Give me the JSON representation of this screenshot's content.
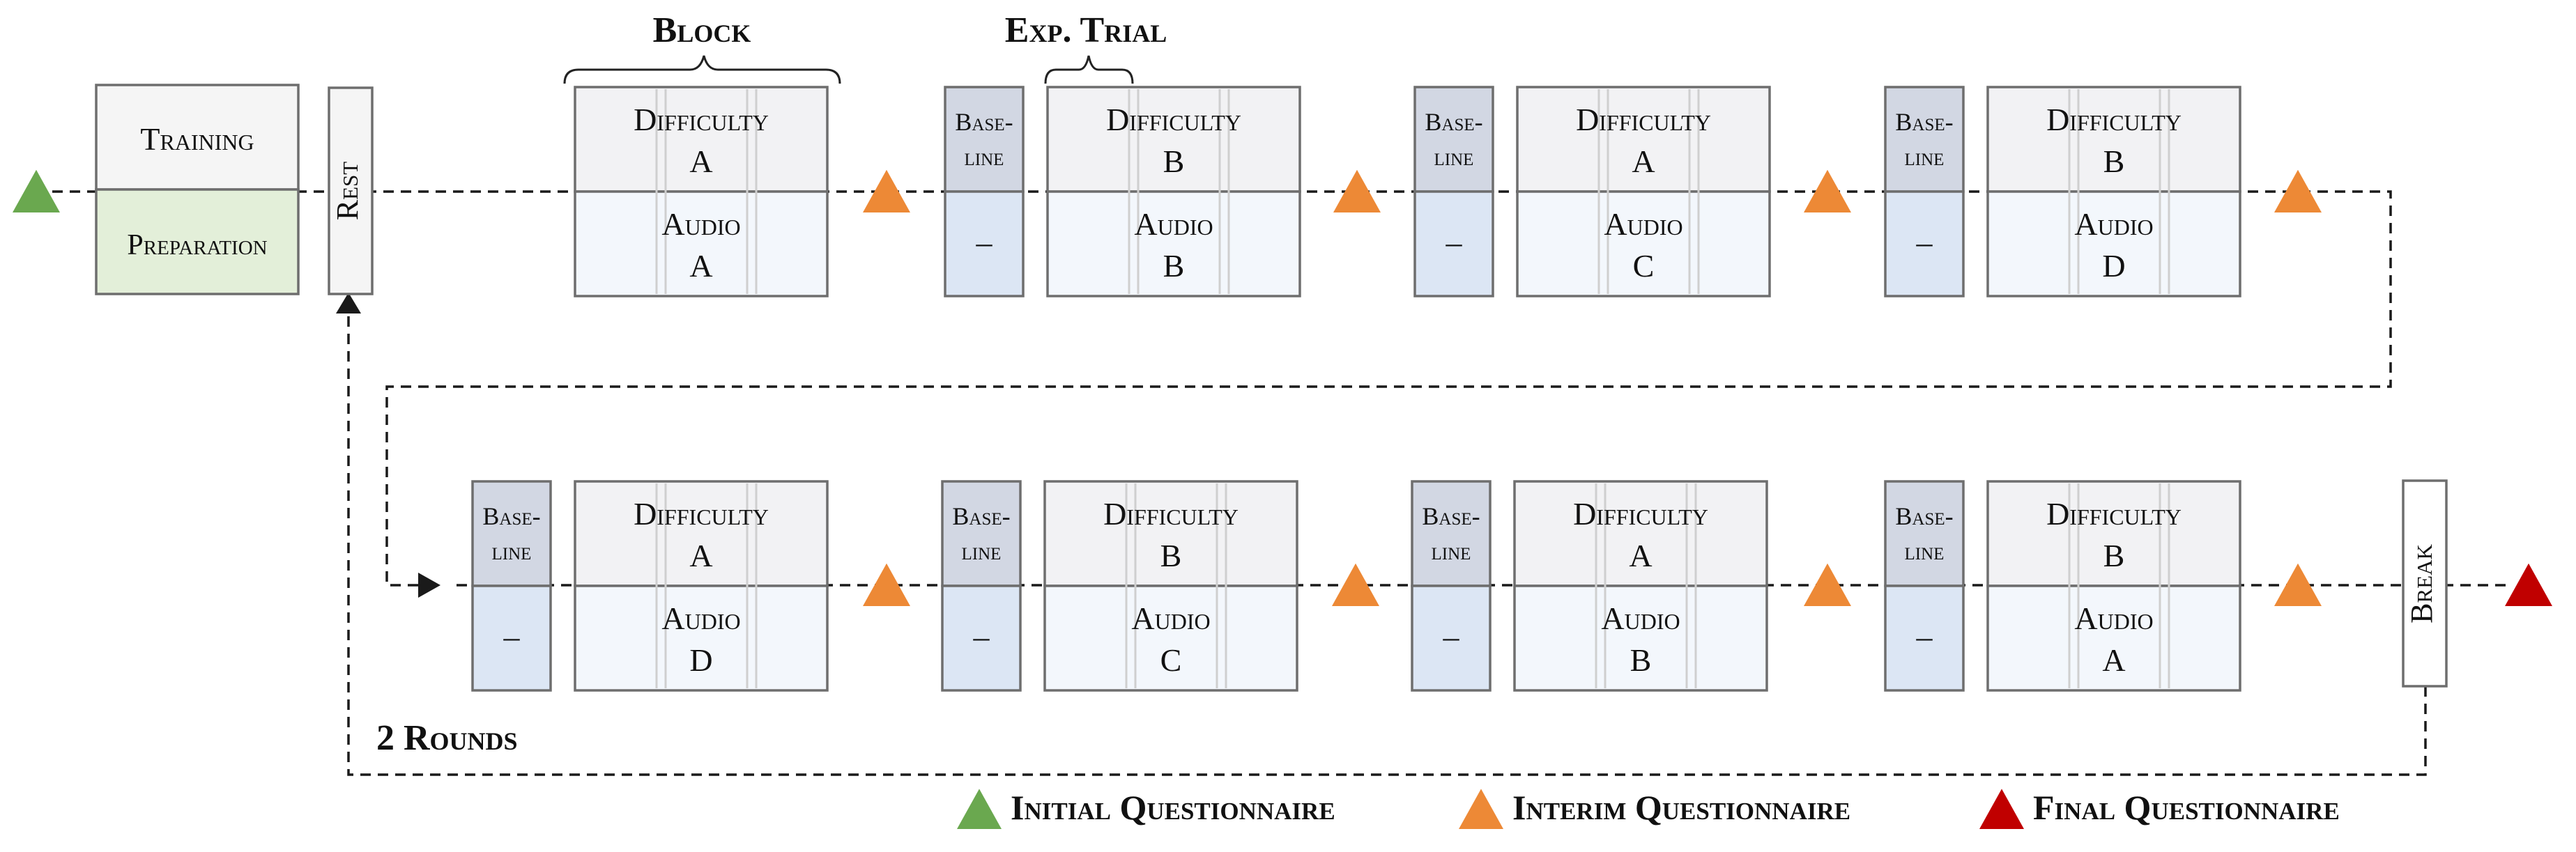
{
  "colors": {
    "initial": "#6aa84f",
    "interim": "#ed8936",
    "final": "#c00000",
    "baseline_top": "#d2d7e3",
    "baseline_bottom": "#dce6f4",
    "difficulty": "#f2f2f4",
    "audio": "#f3f7fc",
    "training": "#f5f5f5",
    "preparation": "#e3efd9",
    "line": "#1a1a1a"
  },
  "annotations": {
    "block": "Block",
    "exp_trial": "Exp. Trial",
    "rounds": "2 Rounds"
  },
  "training": "Training",
  "preparation": "Preparation",
  "rest": "Rest",
  "break": "Break",
  "baseline": {
    "top": [
      "Base-",
      "line"
    ],
    "bottom": "–"
  },
  "difficulty_label": "Difficulty",
  "audio_label": "Audio",
  "row1": [
    {
      "difficulty": "A",
      "audio": "A",
      "baseline": false
    },
    {
      "difficulty": "B",
      "audio": "B",
      "baseline": true
    },
    {
      "difficulty": "A",
      "audio": "C",
      "baseline": true
    },
    {
      "difficulty": "B",
      "audio": "D",
      "baseline": true
    }
  ],
  "row2": [
    {
      "difficulty": "A",
      "audio": "D",
      "baseline": true
    },
    {
      "difficulty": "B",
      "audio": "C",
      "baseline": true
    },
    {
      "difficulty": "A",
      "audio": "B",
      "baseline": true
    },
    {
      "difficulty": "B",
      "audio": "A",
      "baseline": true
    }
  ],
  "legend": [
    {
      "label": "Initial Questionnaire",
      "color_key": "initial",
      "icon": "green-triangle-icon"
    },
    {
      "label": "Interim Questionnaire",
      "color_key": "interim",
      "icon": "orange-triangle-icon"
    },
    {
      "label": "Final Questionnaire",
      "color_key": "final",
      "icon": "red-triangle-icon"
    }
  ]
}
